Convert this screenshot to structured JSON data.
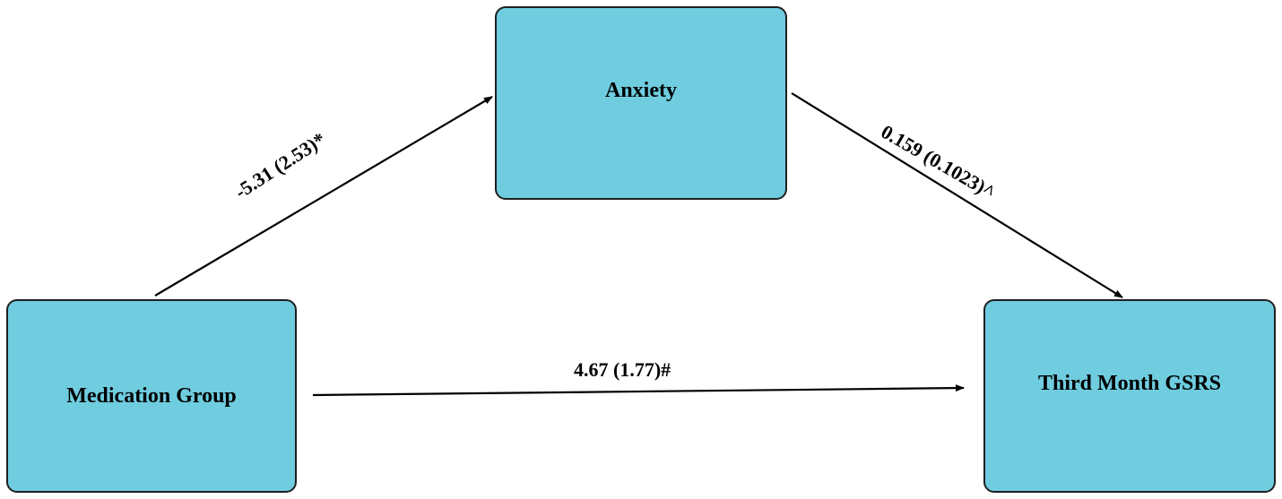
{
  "colors": {
    "node_fill": "#6fcddf",
    "node_border": "#1f1f1f",
    "arrow": "#000000"
  },
  "nodes": {
    "anxiety": "Anxiety",
    "medication_group": "Medication Group",
    "third_month_gsrs": "Third Month GSRS"
  },
  "paths": {
    "a": "-5.31 (2.53)*",
    "b": "0.159 (0.1023)^",
    "c": "4.67 (1.77)#"
  }
}
